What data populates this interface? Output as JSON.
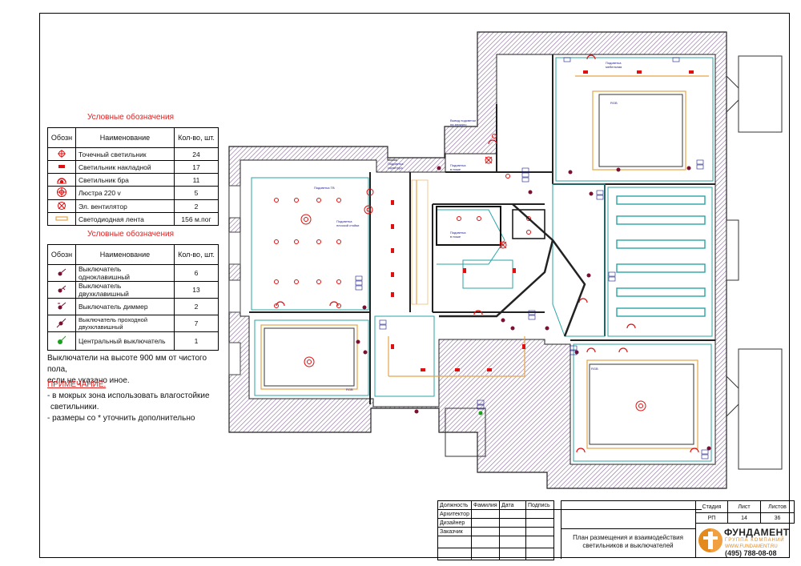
{
  "legend_lights": {
    "title": "Условные обозначения",
    "headers": [
      "Обозн",
      "Наименование",
      "Кол-во, шт."
    ],
    "rows": [
      {
        "icon": "spot-light-icon",
        "name": "Точечный светильник",
        "count": "24"
      },
      {
        "icon": "surface-light-icon",
        "name": "Светильник накладной",
        "count": "17"
      },
      {
        "icon": "sconce-icon",
        "name": "Светильник бра",
        "count": "11"
      },
      {
        "icon": "chandelier-icon",
        "name": "Люстра 220 v",
        "count": "5"
      },
      {
        "icon": "ventilator-icon",
        "name": "Эл. вентилятор",
        "count": "2"
      },
      {
        "icon": "led-strip-icon",
        "name": "Светодиодная лента",
        "count": "156 м.пог"
      }
    ]
  },
  "legend_switches": {
    "title": "Условные обозначения",
    "headers": [
      "Обозн",
      "Наименование",
      "Кол-во, шт."
    ],
    "rows": [
      {
        "icon": "single-switch-icon",
        "name": "Выключатель одноклавишный",
        "count": "6"
      },
      {
        "icon": "double-switch-icon",
        "name": "Выключатель двухклавишный",
        "count": "13"
      },
      {
        "icon": "dimmer-switch-icon",
        "name": "Выключатель диммер",
        "count": "2"
      },
      {
        "icon": "pass-switch-icon",
        "name": "Выключатель проходной двухклавишный",
        "count": "7"
      },
      {
        "icon": "central-switch-icon",
        "name": "Центральный выключатель",
        "count": "1"
      }
    ]
  },
  "notes": {
    "height_line1": "Выключатели на высоте 900 мм от чистого пола,",
    "height_line2": "если не указано иное.",
    "remark_title": "ПРИМЕЧАНИЕ:",
    "remark_1a": "- в мокрых зона использовать влагостойкие",
    "remark_1b": "светильники.",
    "remark_2": "- размеры со * уточнить дополнительно"
  },
  "plan_labels": {
    "tv": "Подсветка ТВ",
    "rack": "Подсветка",
    "rack2": "плоской стойки",
    "furniture": "Подсветка",
    "furniture2": "мебельная",
    "mirror": "Вывод подсветки",
    "mirror2": "на зеркало",
    "headset": "Подсветка",
    "headset2": "гарнитура",
    "niche": "Подсветка",
    "niche2": "в нише",
    "niche3": "в нише",
    "rgb": "RGB"
  },
  "title_block": {
    "roles_header": [
      "Должность",
      "Фамилия",
      "Дата",
      "Подпись"
    ],
    "roles": [
      "Архитектор",
      "Дизайнер",
      "Заказчик"
    ],
    "meta_headers": [
      "Стадия",
      "Лист",
      "Листов"
    ],
    "meta_values": [
      "РП",
      "14",
      "36"
    ],
    "sheet_title_1": "План размещения и взаимодействия",
    "sheet_title_2": "светильников и выключателей"
  },
  "company": {
    "name": "ФУНДАМЕНТ",
    "sub": "ГРУППА КОМПАНИЙ",
    "site": "WWW.FUNDAMENT.RU",
    "phone": "(495) 788-08-08"
  },
  "colors": {
    "legend_title": "#d22222",
    "wall_hatch": "#8a6a9a",
    "light_red": "#e01010",
    "led_strip": "#e6a44a",
    "ceiling_cyan": "#2aa6a6",
    "logo_orange": "#e48a1d"
  }
}
